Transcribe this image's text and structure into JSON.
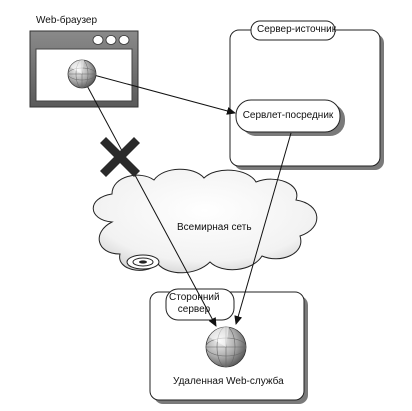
{
  "browser": {
    "title": "Web-браузер"
  },
  "origin_server": {
    "title": "Сервер-источник",
    "proxy_servlet": "Сервлет-посредник"
  },
  "internet": {
    "label": "Всемирная сеть"
  },
  "third_party_server": {
    "title": "Сторонний сервер",
    "service": "Удаленная Web-служба"
  },
  "icons": {
    "globe": "globe-icon",
    "blocked": "blocked-x-icon",
    "window_buttons": "window-control-icon"
  },
  "colors": {
    "stroke": "#222222",
    "window_frame": "#6f6f6f",
    "shadow": "#7a7a7a",
    "x_mark": "#2a2a2a"
  }
}
